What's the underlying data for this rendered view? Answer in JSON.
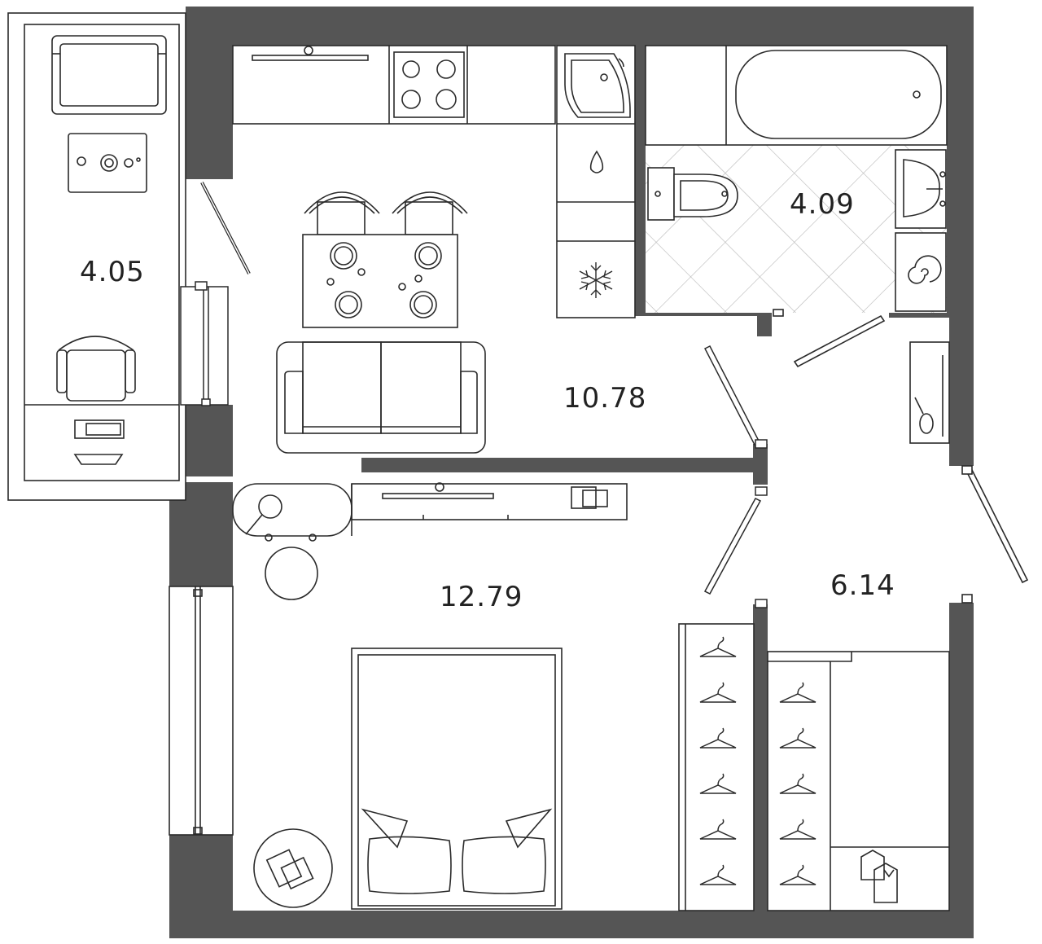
{
  "plan": {
    "rooms": [
      {
        "id": "balcony",
        "area": "4.05"
      },
      {
        "id": "kitchen-living",
        "area": "10.78"
      },
      {
        "id": "bathroom",
        "area": "4.09"
      },
      {
        "id": "bedroom",
        "area": "12.79"
      },
      {
        "id": "hallway",
        "area": "6.14"
      }
    ]
  },
  "colors": {
    "wall": "#555555",
    "line": "#2a2a2a",
    "background": "#ffffff"
  }
}
